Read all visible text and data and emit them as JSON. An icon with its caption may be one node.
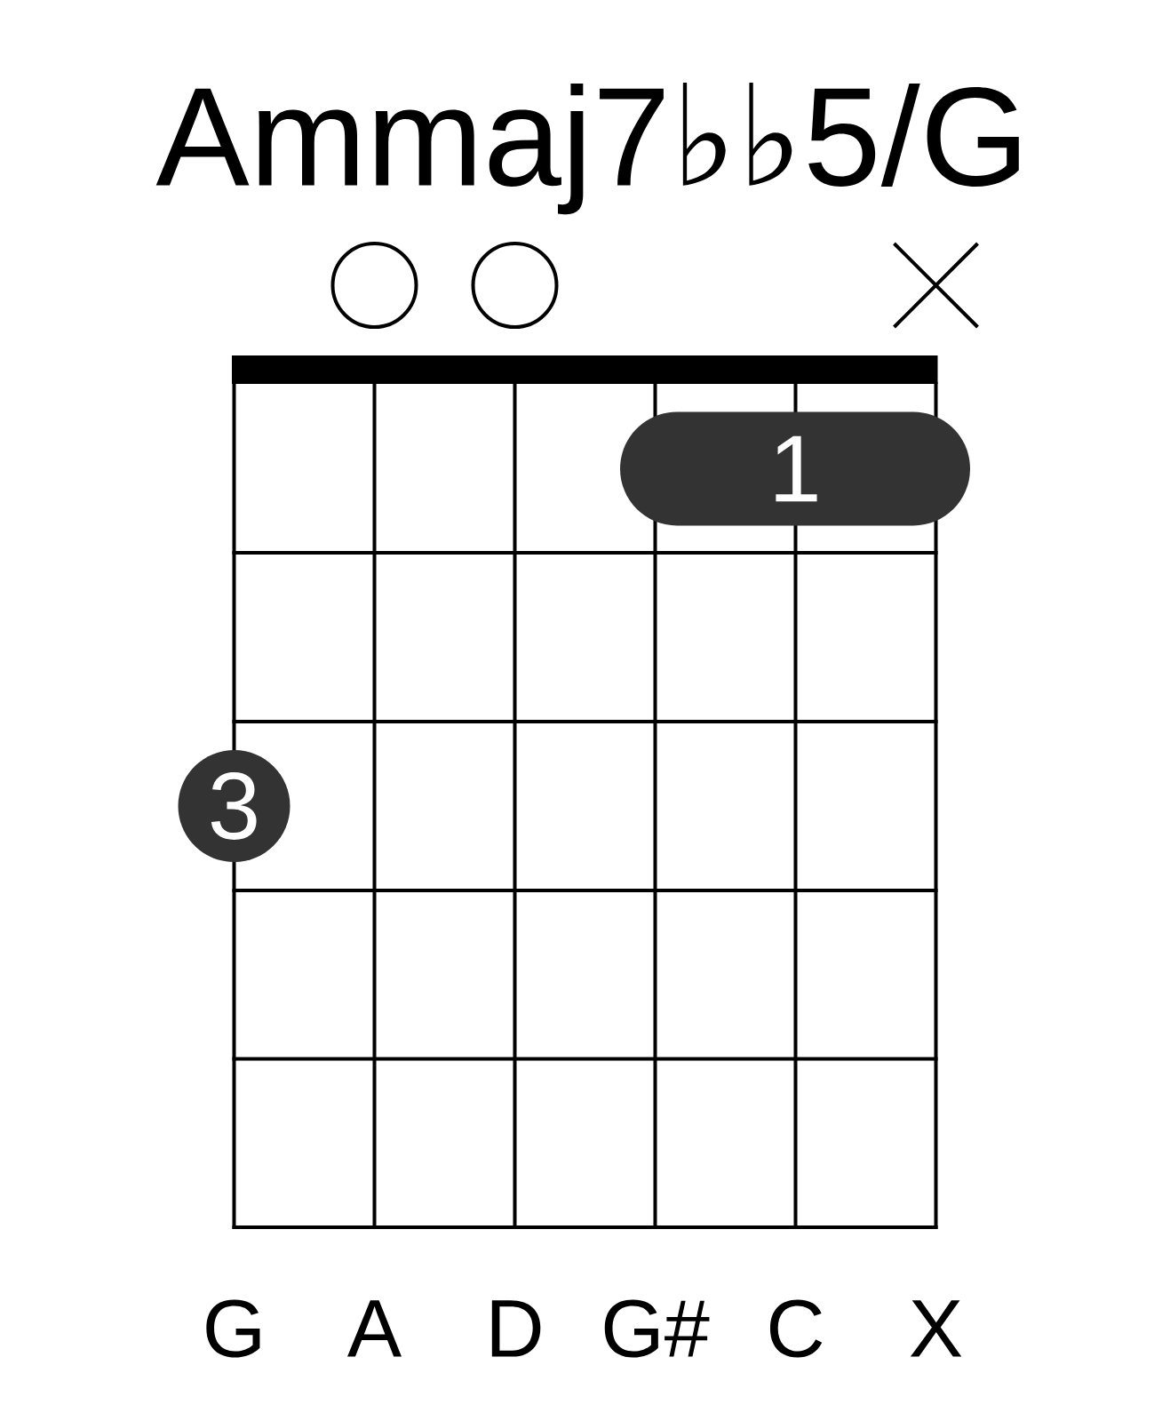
{
  "diagram": {
    "title": "Ammaj7♭♭5/G",
    "nodes": [
      {
        "text": [],
        "shape": "circle"
      },
      {
        "text": [],
        "shape": "circle"
      },
      {
        "text": [],
        "shape": "cross"
      },
      {
        "text": [
          "1"
        ]
      },
      {
        "text": [
          "3"
        ]
      }
    ],
    "labels": [
      "G",
      "A",
      "D",
      "G#",
      "C",
      "X"
    ]
  }
}
